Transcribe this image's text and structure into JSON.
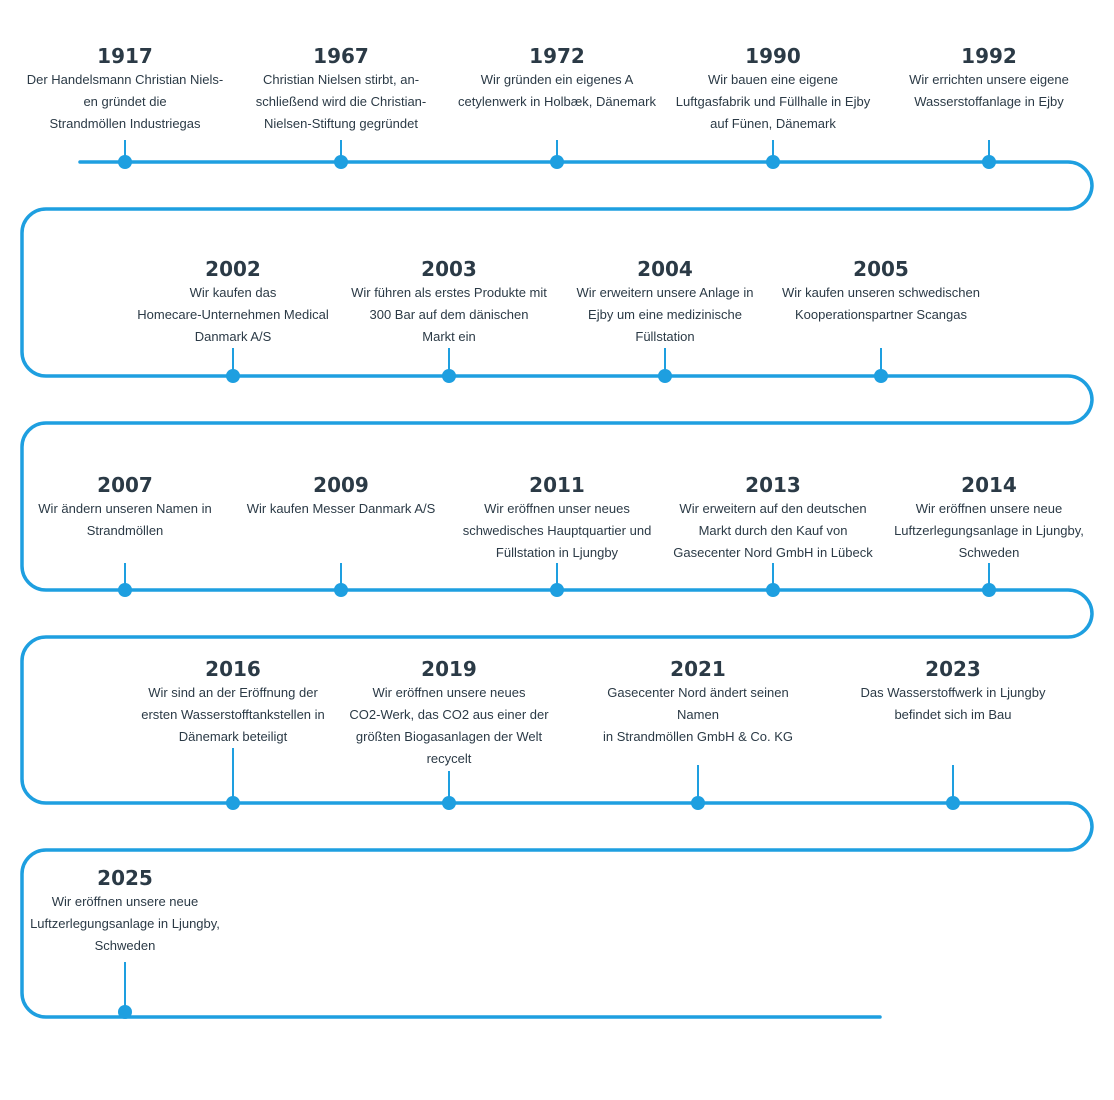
{
  "colors": {
    "line": "#1e9fe0",
    "text": "#2b3a46"
  },
  "events": [
    {
      "year": "1917",
      "text": "Der Handelsmann Christian Niels-\nen gründet die\nStrandmöllen Industriegas"
    },
    {
      "year": "1967",
      "text": "Christian Nielsen stirbt, an-\nschließend wird die Christian-\nNielsen-Stiftung gegründet"
    },
    {
      "year": "1972",
      "text": "Wir gründen ein eigenes A\ncetylenwerk in Holbæk, Dänemark"
    },
    {
      "year": "1990",
      "text": "Wir bauen eine eigene\nLuftgasfabrik und Füllhalle in Ejby\nauf Fünen, Dänemark"
    },
    {
      "year": "1992",
      "text": "Wir errichten unsere eigene\nWasserstoffanlage in Ejby"
    },
    {
      "year": "2002",
      "text": "Wir kaufen das\nHomecare-Unternehmen Medical\nDanmark A/S"
    },
    {
      "year": "2003",
      "text": "Wir führen als erstes Produkte mit\n300 Bar auf dem dänischen\nMarkt ein"
    },
    {
      "year": "2004",
      "text": "Wir erweitern unsere Anlage in\nEjby um eine medizinische\nFüllstation"
    },
    {
      "year": "2005",
      "text": "Wir kaufen unseren schwedischen\nKooperationspartner Scangas"
    },
    {
      "year": "2007",
      "text": "Wir ändern unseren Namen in\nStrandmöllen"
    },
    {
      "year": "2009",
      "text": "Wir kaufen Messer Danmark A/S"
    },
    {
      "year": "2011",
      "text": "Wir eröffnen unser neues\nschwedisches Hauptquartier und\nFüllstation in Ljungby"
    },
    {
      "year": "2013",
      "text": "Wir erweitern auf den deutschen\nMarkt durch den Kauf von\nGasecenter Nord GmbH in Lübeck"
    },
    {
      "year": "2014",
      "text": "Wir eröffnen unsere neue\nLuftzerlegungsanlage in Ljungby,\nSchweden"
    },
    {
      "year": "2016",
      "text": "Wir sind an der Eröffnung der\nersten Wasserstofftankstellen in\nDänemark beteiligt"
    },
    {
      "year": "2019",
      "text": "Wir eröffnen unsere neues\nCO2-Werk, das CO2 aus einer der\ngrößten Biogasanlagen der Welt\nrecycelt"
    },
    {
      "year": "2021",
      "text": "Gasecenter Nord ändert seinen Namen\nin Strandmöllen GmbH & Co. KG"
    },
    {
      "year": "2023",
      "text": "Das Wasserstoffwerk in Ljungby\nbefindet sich im Bau"
    },
    {
      "year": "2025",
      "text": "Wir eröffnen unsere neue\nLuftzerlegungsanlage in Ljungby,\nSchweden"
    }
  ]
}
